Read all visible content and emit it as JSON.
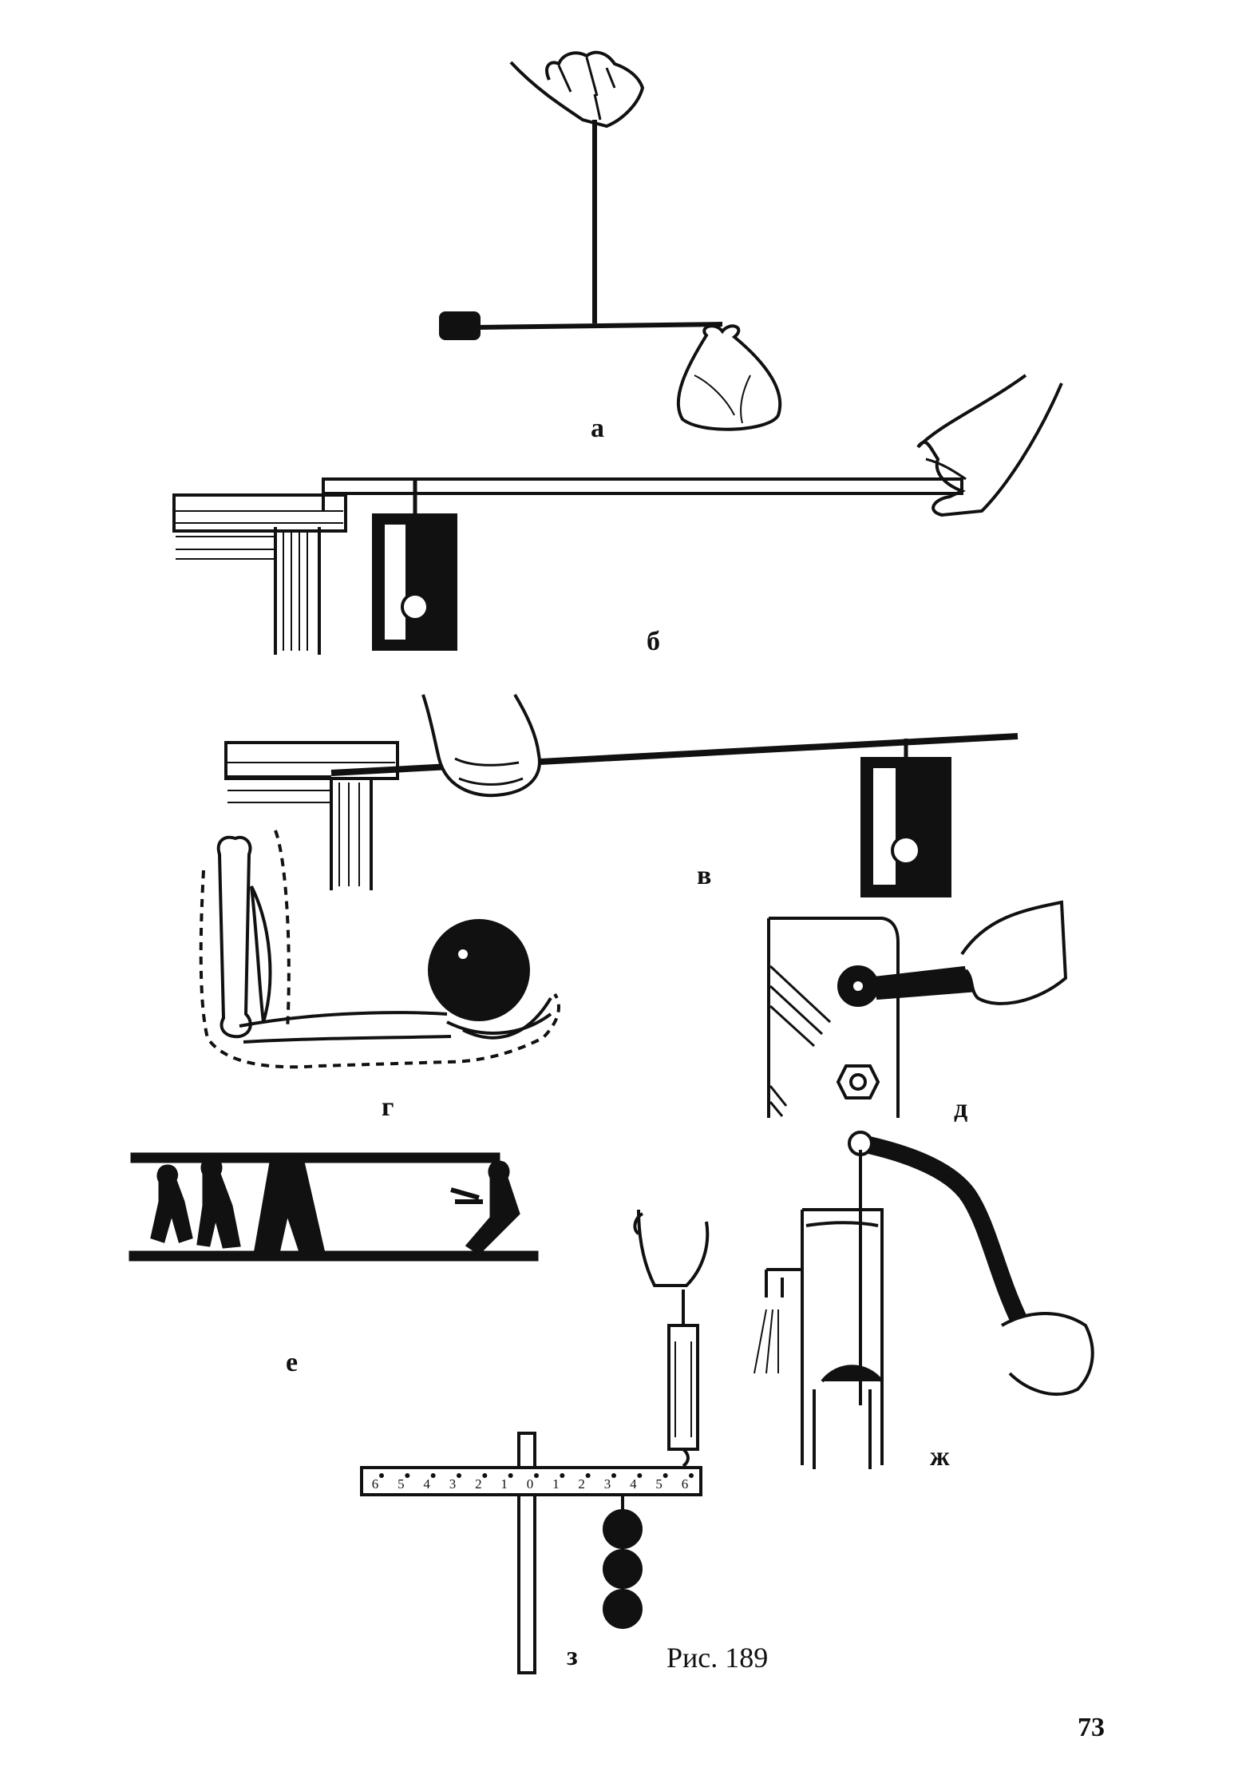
{
  "figure": {
    "caption": "Рис. 189",
    "page_number": "73",
    "panels": {
      "a": "а",
      "b": "б",
      "v": "в",
      "g": "г",
      "d": "д",
      "e": "е",
      "zh": "ж",
      "z": "з"
    },
    "scale_marks": [
      "6",
      "5",
      "4",
      "3",
      "2",
      "1",
      "0",
      "1",
      "2",
      "3",
      "4",
      "5",
      "6"
    ]
  }
}
